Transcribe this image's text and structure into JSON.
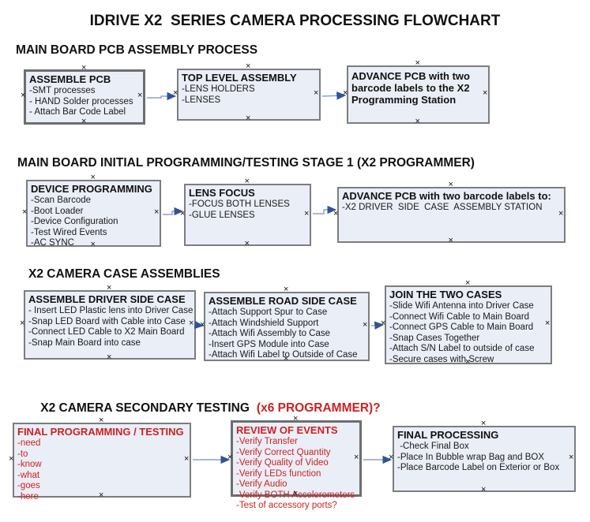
{
  "page": {
    "title": "IDRIVE X2  SERIES CAMERA PROCESSING FLOWCHART"
  },
  "colors": {
    "box_fill": "#eaeef7",
    "box_border": "#7d7d7d",
    "red_text": "#cc2222",
    "connector_line": "#8aa4c8",
    "connector_arrowhead": "#2f5496",
    "handle_glyph": "#111111"
  },
  "sections": [
    {
      "heading": "MAIN BOARD PCB ASSEMBLY PROCESS",
      "boxes": [
        {
          "title": "ASSEMBLE PCB",
          "lines": [
            "-SMT processes",
            "- HAND Solder processes",
            "- Attach Bar Code Label"
          ]
        },
        {
          "title": "TOP LEVEL ASSEMBLY",
          "lines": [
            "-LENS HOLDERS",
            "-LENSES"
          ]
        },
        {
          "title": "ADVANCE PCB with two barcode labels to the  X2 Programming Station",
          "lines": []
        }
      ]
    },
    {
      "heading": "MAIN BOARD INITIAL PROGRAMMING/TESTING STAGE 1 (X2 PROGRAMMER)",
      "boxes": [
        {
          "title": "DEVICE PROGRAMMING",
          "lines": [
            "-Scan Barcode",
            "-Boot Loader",
            "-Device Configuration",
            "-Test Wired Events",
            "-AC SYNC"
          ]
        },
        {
          "title": "LENS FOCUS",
          "lines": [
            "-FOCUS BOTH LENSES",
            "-GLUE LENSES"
          ]
        },
        {
          "title": "ADVANCE PCB with two barcode labels to:",
          "lines": [
            "-X2 DRIVER  SIDE  CASE  ASSEMBLY STATION"
          ]
        }
      ]
    },
    {
      "heading": "X2 CAMERA CASE ASSEMBLIES",
      "boxes": [
        {
          "title": "ASSEMBLE DRIVER SIDE CASE",
          "lines": [
            "- Insert LED Plastic lens into Driver Case",
            "-Snap LED Board with Cable into Case",
            "-Connect LED Cable to X2 Main Board",
            "-Snap Main Board into case"
          ]
        },
        {
          "title": "ASSEMBLE ROAD SIDE CASE",
          "lines": [
            "-Attach Support Spur to Case",
            "-Attach Windshield Support",
            "-Attach Wifi Assembly to Case",
            "-Insert GPS Module into Case",
            "-Attach Wifi Label to Outside of Case"
          ]
        },
        {
          "title": "JOIN THE TWO CASES",
          "lines": [
            "-Slide Wifi Antenna into Driver Case",
            "-Connect Wifi Cable to Main Board",
            "-Connect GPS Cable to Main Board",
            "-Snap Cases Together",
            "-Attach S/N Label to outside of case",
            "-Secure cases with Screw"
          ]
        }
      ]
    },
    {
      "heading": "X2 CAMERA SECONDARY TESTING",
      "heading_suffix": "(x6 PROGRAMMER)?",
      "boxes": [
        {
          "title": "FINAL PROGRAMMING / TESTING",
          "lines": [
            "-need",
            "-to",
            "-know",
            "-what",
            "-goes",
            "-here"
          ]
        },
        {
          "title": "REVIEW OF EVENTS",
          "lines": [
            "-Verify Transfer",
            "-Verify Correct Quantity",
            "-Verify Quality of Video",
            "-Verify LEDs function",
            "-Verify Audio",
            "-Verify BOTH Accelerometers",
            "-Test of accessory ports?"
          ]
        },
        {
          "title": "FINAL PROCESSING",
          "lines": [
            " -Check Final Box",
            "-Place In Bubble wrap Bag and BOX",
            "-Place Barcode Label on Exterior or Box"
          ]
        }
      ]
    }
  ]
}
